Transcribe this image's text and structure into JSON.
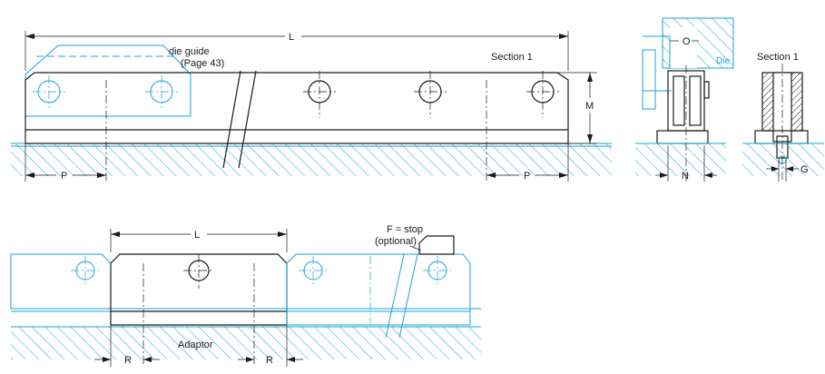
{
  "colors": {
    "outline": "#1a1a1a",
    "tool": "#1aa3d9",
    "background": "#ffffff"
  },
  "labels": {
    "length_top": "L",
    "die_guide": "die guide",
    "die_guide_page": "(Page 43)",
    "section_1_top": "Section 1",
    "height": "M",
    "pitch_left": "P",
    "pitch_right": "P",
    "offset": "O",
    "die": "Die",
    "width": "N",
    "section_1_right": "Section 1",
    "gap": "G",
    "length_bottom": "L",
    "stop": "F = stop",
    "stop_optional": "(optional)",
    "adaptor": "Adaptor",
    "r_left": "R",
    "r_right": "R"
  }
}
